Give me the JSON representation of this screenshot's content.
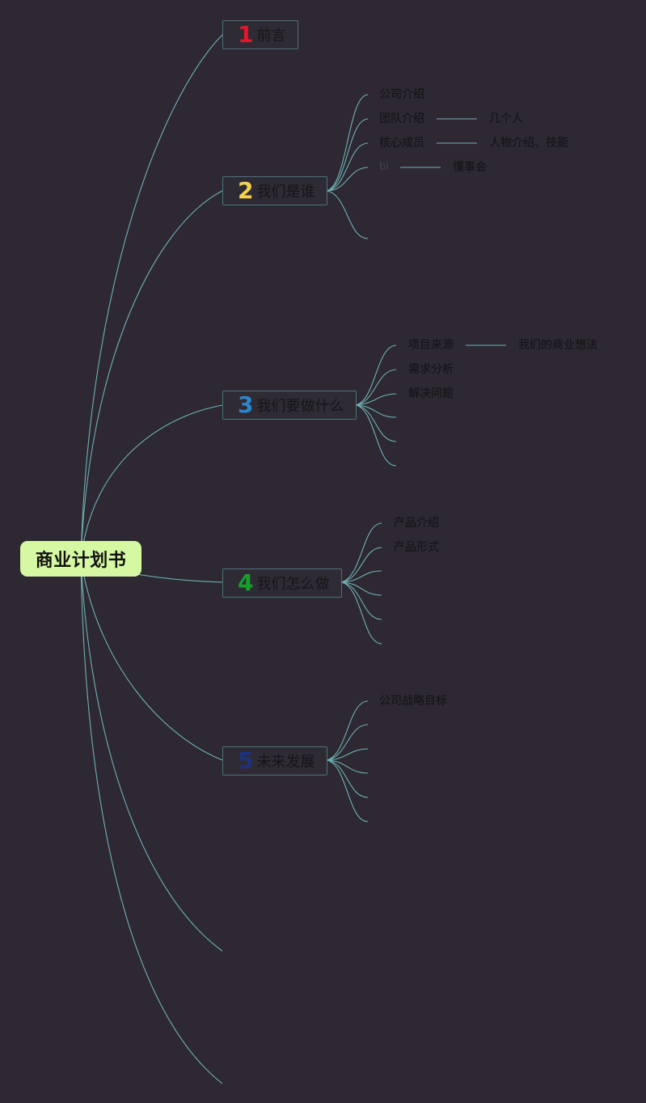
{
  "root": {
    "title": "商业计划书"
  },
  "topics": [
    {
      "num": "1",
      "numColor": "#e3162c",
      "label": "前言"
    },
    {
      "num": "2",
      "numColor": "#f5d24e",
      "label": "我们是谁"
    },
    {
      "num": "3",
      "numColor": "#2b86cf",
      "label": "我们要做什么"
    },
    {
      "num": "4",
      "numColor": "#16a02a",
      "label": "我们怎么做"
    },
    {
      "num": "5",
      "numColor": "#1d3380",
      "label": "未来发展"
    }
  ],
  "subtopics": {
    "who": [
      "公司介绍",
      "团队介绍",
      "核心成员",
      "bi"
    ],
    "who_details": [
      "几个人",
      "人物介绍、技能",
      "懂事会"
    ],
    "what": [
      "项目来源",
      "需求分析",
      "解决问题"
    ],
    "what_details": [
      "我们的商业想法"
    ],
    "how": [
      "产品介绍",
      "产品形式"
    ],
    "future": [
      "公司战略目标"
    ]
  },
  "colors": {
    "background": "#2d2832",
    "line": "#6fb2b4",
    "root": "#d7f8a2",
    "border": "#4d7278"
  }
}
